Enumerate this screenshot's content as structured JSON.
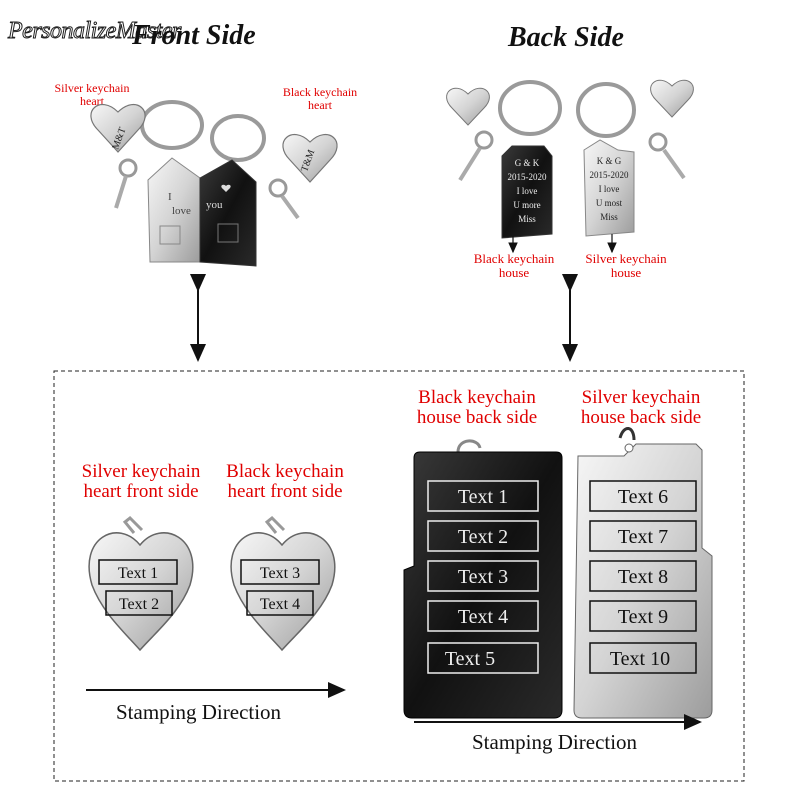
{
  "watermark": "PersonalizeMaster",
  "front": {
    "title": "Front Side",
    "label_silver_heart": "Silver keychain\nheart",
    "label_black_heart": "Black keychain\nheart",
    "heart_silver_text": "M&T",
    "heart_black_text": "T&M",
    "house_silver_text": "I\nlove",
    "house_black_text": "you"
  },
  "back": {
    "title": "Back Side",
    "black_lines": [
      "G & K",
      "2015-2020",
      "I love",
      "U more",
      "Miss"
    ],
    "silver_lines": [
      "K & G",
      "2015-2020",
      "I love",
      "U most",
      "Miss"
    ],
    "label_black_house": "Black keychain\nhouse",
    "label_silver_house": "Silver keychain\nhouse"
  },
  "diagram": {
    "silver_heart_label": "Silver keychain\nheart front side",
    "black_heart_label": "Black keychain\nheart front side",
    "black_house_label": "Black keychain\nhouse back side",
    "silver_house_label": "Silver keychain\nhouse back side",
    "silver_heart_texts": [
      "Text 1",
      "Text 2"
    ],
    "black_heart_texts": [
      "Text 3",
      "Text 4"
    ],
    "black_house_texts": [
      "Text 1",
      "Text 2",
      "Text 3",
      "Text 4",
      "Text 5"
    ],
    "silver_house_texts": [
      "Text 6",
      "Text 7",
      "Text 8",
      "Text 9",
      "Text 10"
    ],
    "stamping_left": "Stamping Direction",
    "stamping_right": "Stamping Direction"
  },
  "colors": {
    "label_red": "#e00000",
    "black_plate": "#1a1a1a",
    "silver_plate": "#e6e6e6"
  }
}
